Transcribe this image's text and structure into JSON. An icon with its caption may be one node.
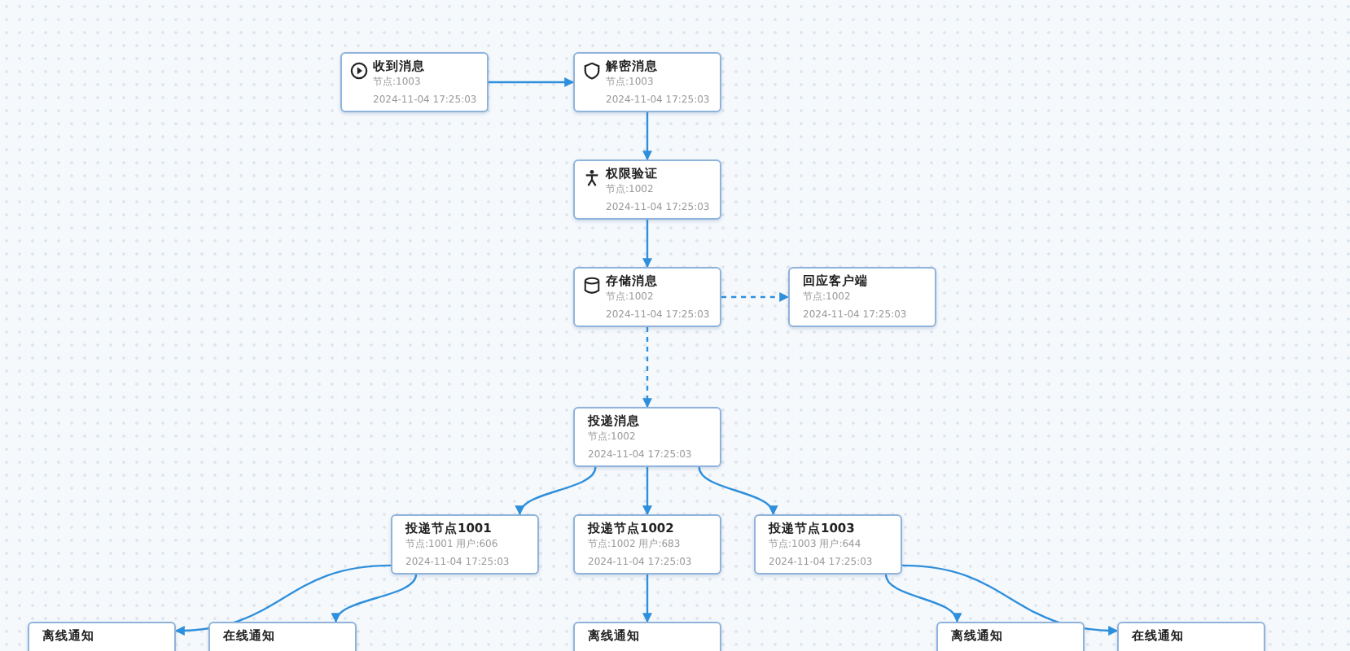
{
  "diagram": {
    "nodes": [
      {
        "text": [
          "收到消息",
          "节点:1003",
          "2024-11-04 17:25:03"
        ]
      },
      {
        "text": [
          "解密消息",
          "节点:1003",
          "2024-11-04 17:25:03"
        ]
      },
      {
        "text": [
          "权限验证",
          "节点:1002",
          "2024-11-04 17:25:03"
        ]
      },
      {
        "text": [
          "存储消息",
          "节点:1002",
          "2024-11-04 17:25:03"
        ]
      },
      {
        "text": [
          "回应客户端",
          "节点:1002",
          "2024-11-04 17:25:03"
        ]
      },
      {
        "text": [
          "投递消息",
          "节点:1002",
          "2024-11-04 17:25:03"
        ]
      },
      {
        "text": [
          "投递节点1001",
          "节点:1001 用户:606",
          "2024-11-04 17:25:03"
        ]
      },
      {
        "text": [
          "投递节点1002",
          "节点:1002 用户:683",
          "2024-11-04 17:25:03"
        ]
      },
      {
        "text": [
          "投递节点1003",
          "节点:1003 用户:644",
          "2024-11-04 17:25:03"
        ]
      },
      {
        "text": [
          "离线通知"
        ]
      },
      {
        "text": [
          "在线通知"
        ]
      },
      {
        "text": [
          "离线通知"
        ]
      },
      {
        "text": [
          "离线通知"
        ]
      },
      {
        "text": [
          "在线通知"
        ]
      }
    ],
    "edges": [
      {
        "from": 0,
        "to": 1,
        "arrow": "to"
      },
      {
        "from": 1,
        "to": 2,
        "arrow": "to"
      },
      {
        "from": 2,
        "to": 3,
        "arrow": "to"
      },
      {
        "from": 3,
        "to": 4,
        "arrow": "to",
        "style": "dashed"
      },
      {
        "from": 3,
        "to": 5,
        "arrow": "to",
        "style": "dashed"
      },
      {
        "from": 5,
        "to": 6,
        "arrow": "to"
      },
      {
        "from": 5,
        "to": 7,
        "arrow": "to"
      },
      {
        "from": 5,
        "to": 8,
        "arrow": "to"
      },
      {
        "from": 6,
        "to": 9,
        "arrow": "to"
      },
      {
        "from": 6,
        "to": 10,
        "arrow": "to"
      },
      {
        "from": 7,
        "to": 11,
        "arrow": "to"
      },
      {
        "from": 8,
        "to": 12,
        "arrow": "to"
      },
      {
        "from": 8,
        "to": 13,
        "arrow": "to"
      }
    ]
  }
}
